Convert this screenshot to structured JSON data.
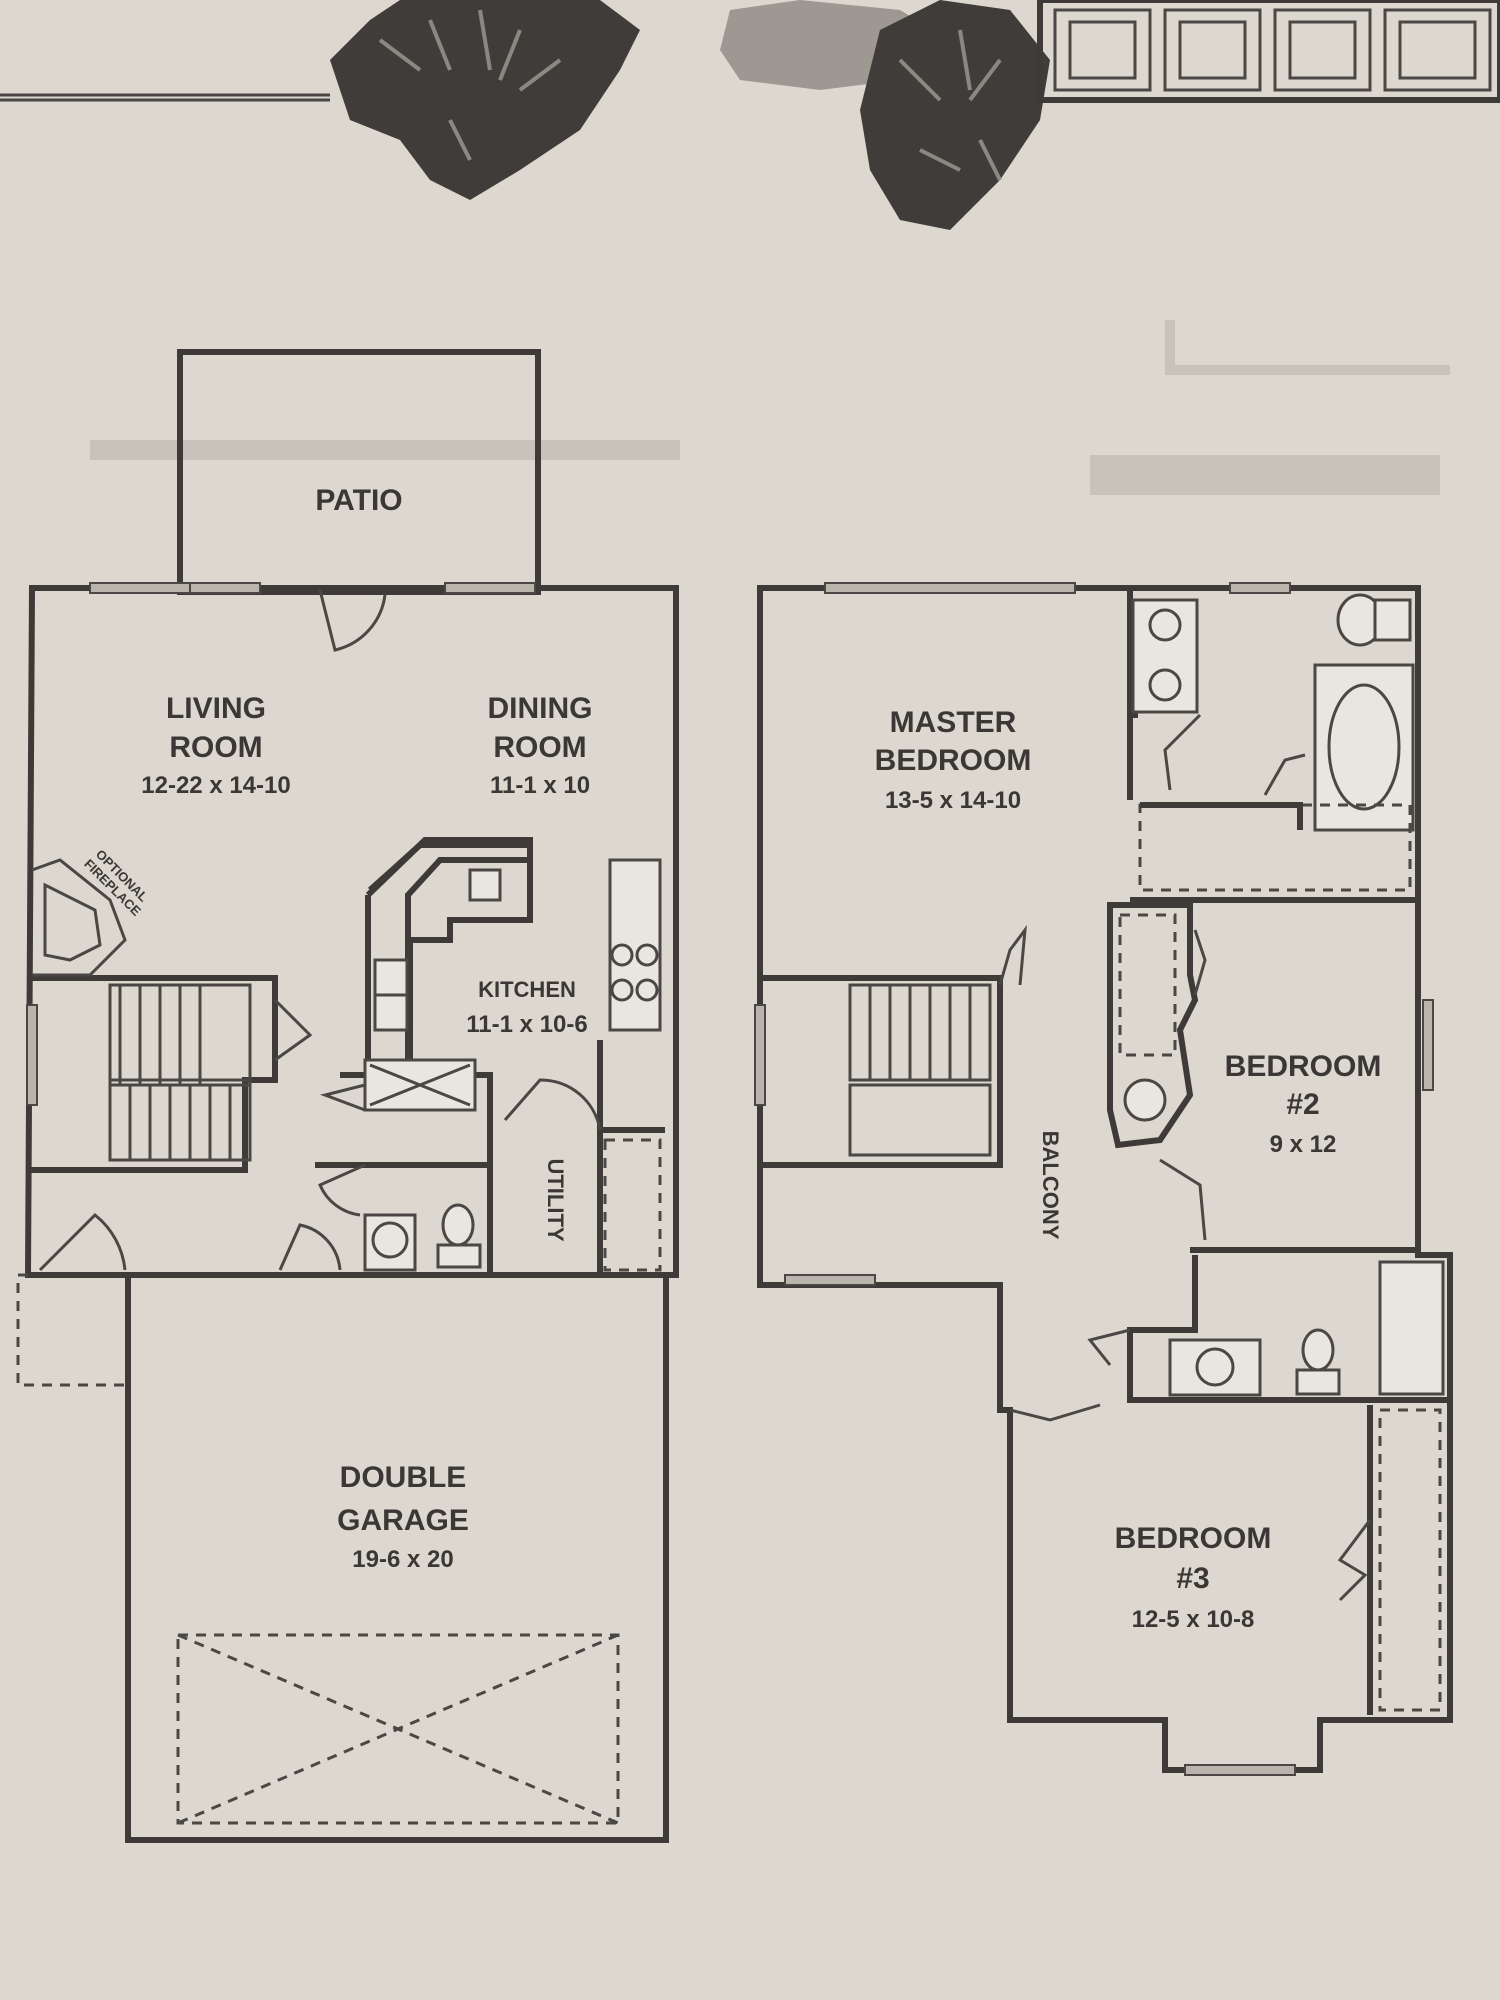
{
  "first_floor": {
    "patio": {
      "name": "PATIO"
    },
    "living_room": {
      "name_line1": "LIVING",
      "name_line2": "ROOM",
      "size": "12-22 x 14-10"
    },
    "dining_room": {
      "name_line1": "DINING",
      "name_line2": "ROOM",
      "size": "11-1 x 10"
    },
    "kitchen": {
      "name": "KITCHEN",
      "size": "11-1 x 10-6"
    },
    "utility": {
      "name": "UTILITY"
    },
    "garage": {
      "name_line1": "DOUBLE",
      "name_line2": "GARAGE",
      "size": "19-6 x 20"
    },
    "fireplace": {
      "name_line1": "OPTIONAL",
      "name_line2": "FIREPLACE"
    }
  },
  "second_floor": {
    "master_bedroom": {
      "name_line1": "MASTER",
      "name_line2": "BEDROOM",
      "size": "13-5 x 14-10"
    },
    "bedroom2": {
      "name_line1": "BEDROOM",
      "name_line2": "#2",
      "size": "9 x 12"
    },
    "bedroom3": {
      "name_line1": "BEDROOM",
      "name_line2": "#3",
      "size": "12-5 x 10-8"
    },
    "balcony": {
      "name": "BALCONY"
    }
  }
}
